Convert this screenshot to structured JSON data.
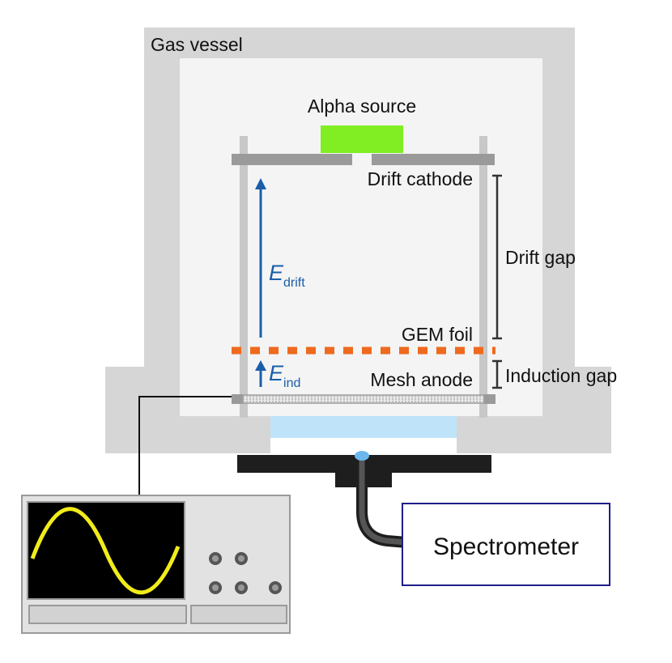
{
  "labels": {
    "gas_vessel": "Gas vessel",
    "alpha_source": "Alpha source",
    "drift_cathode": "Drift cathode",
    "drift_gap": "Drift gap",
    "gem_foil": "GEM foil",
    "mesh_anode": "Mesh anode",
    "induction_gap": "Induction gap",
    "spectrometer": "Spectrometer",
    "e_drift_main": "E",
    "e_drift_sub": "drift",
    "e_ind_main": "E",
    "e_ind_sub": "ind"
  },
  "colors": {
    "vessel_wall": "#d6d6d6",
    "vessel_interior": "#f4f4f4",
    "electrode": "#9a9a9a",
    "alpha_source": "#80ee22",
    "gem_foil": "#ee6a1e",
    "field_arrow": "#1a5ea8",
    "window": "#bfe3f8",
    "fiber": "#2a2a2a",
    "spectrometer_border": "#1e1e8a",
    "scope_body": "#e2e2e2",
    "scope_screen": "#000000",
    "scope_trace": "#f1ec1a"
  },
  "icons": {
    "oscilloscope": "oscilloscope-icon",
    "field_arrow": "arrow-up-icon"
  }
}
